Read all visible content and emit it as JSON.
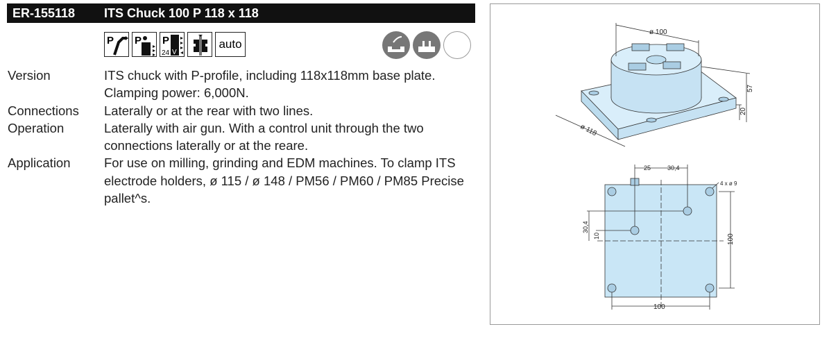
{
  "header": {
    "code": "ER-155118",
    "title": "ITS Chuck 100 P 118 x 118"
  },
  "icons": [
    "pneumatic-air-gun-icon",
    "pneumatic-connection-icon",
    "pneumatic-24v-icon",
    "clamping-section-icon",
    "auto-icon"
  ],
  "icon_text": {
    "p": "P",
    "v24": "24",
    "v": "V",
    "auto": "auto"
  },
  "status_icons": [
    "turbo-filled-icon",
    "base-filled-icon",
    "empty-circle-icon"
  ],
  "specs": [
    {
      "label": "Version",
      "value": "ITS chuck with P-profile, including 118x118mm base plate. Clamping power: 6,000N."
    },
    {
      "label": "Connections",
      "value": "Laterally or at the rear with two lines."
    },
    {
      "label": "Operation",
      "value": "Laterally with air gun. With a control unit through the two connections laterally or at the reare."
    },
    {
      "label": "Application",
      "value": "For use on milling, grinding and EDM machines. To clamp ITS electrode holders, ø 115 / ø 148 / PM56 / PM60 / PM85 Precise pallet^s."
    }
  ],
  "drawing": {
    "iso": {
      "dia_top": "ø 100",
      "dia_base": "ø 118",
      "height_total": "57",
      "height_base": "20"
    },
    "plan": {
      "dim_a": "25",
      "dim_b": "30,4",
      "holes": "4 x ø 9",
      "dim_v1": "30,4",
      "dim_v2": "10",
      "width": "100",
      "height": "100"
    }
  },
  "colors": {
    "part": "#cde7f6",
    "header": "#111111"
  }
}
